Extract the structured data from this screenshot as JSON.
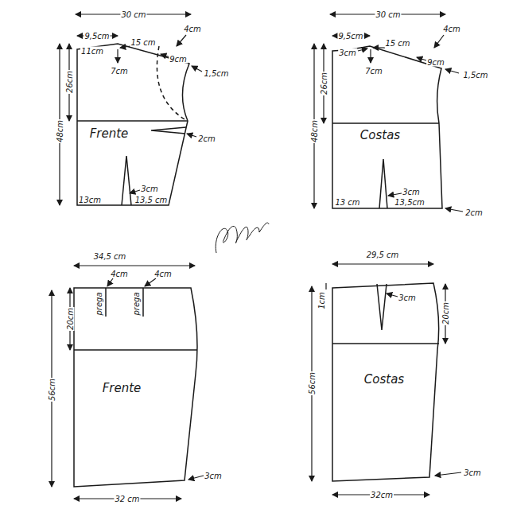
{
  "diagram": {
    "nodes": [
      {
        "text": [
          "Frente"
        ]
      },
      {
        "text": [
          "Costas"
        ]
      },
      {
        "text": [
          "Frente"
        ]
      },
      {
        "text": [
          "Costas"
        ]
      }
    ],
    "labels": [
      "30 cm",
      "9,5cm",
      "4cm",
      "11cm",
      "15 cm",
      "9cm",
      "1,5cm",
      "7cm",
      "26cm",
      "48cm",
      "2cm",
      "3cm",
      "13cm",
      "13,5 cm",
      "30 cm",
      "9,5cm",
      "4cm",
      "3cm",
      "15 cm",
      "9cm",
      "1,5cm",
      "7cm",
      "26cm",
      "48cm",
      "3cm",
      "13 cm",
      "13,5cm",
      "2cm",
      "34,5 cm",
      "4cm",
      "4cm",
      "prega",
      "prega",
      "20cm",
      "56cm",
      "3cm",
      "32 cm",
      "29,5 cm",
      "3cm",
      "1cm",
      "20cm",
      "56cm",
      "3cm",
      "32cm"
    ]
  }
}
